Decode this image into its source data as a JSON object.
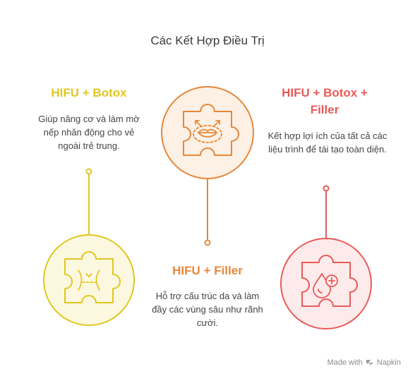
{
  "title": "Các Kết Hợp Điều Trị",
  "items": [
    {
      "heading": "HIFU + Botox",
      "description": "Giúp nâng cơ và làm mờ nếp nhăn động cho vẻ ngoài trẻ trung.",
      "color": "#e0c621",
      "icon": "waist-slimming-icon"
    },
    {
      "heading": "HIFU + Filler",
      "description": "Hỗ trợ cấu trúc da và làm đầy các vùng sâu như rãnh cười.",
      "color": "#e5883a",
      "icon": "lip-lift-icon"
    },
    {
      "heading": "HIFU + Botox + Filler",
      "description": "Kết hợp lợi ích của tất cả các liệu trình để tái tạo toàn diện.",
      "color": "#e65b59",
      "icon": "drop-plus-icon"
    }
  ],
  "footer": {
    "prefix": "Made with",
    "brand": "Napkin"
  }
}
